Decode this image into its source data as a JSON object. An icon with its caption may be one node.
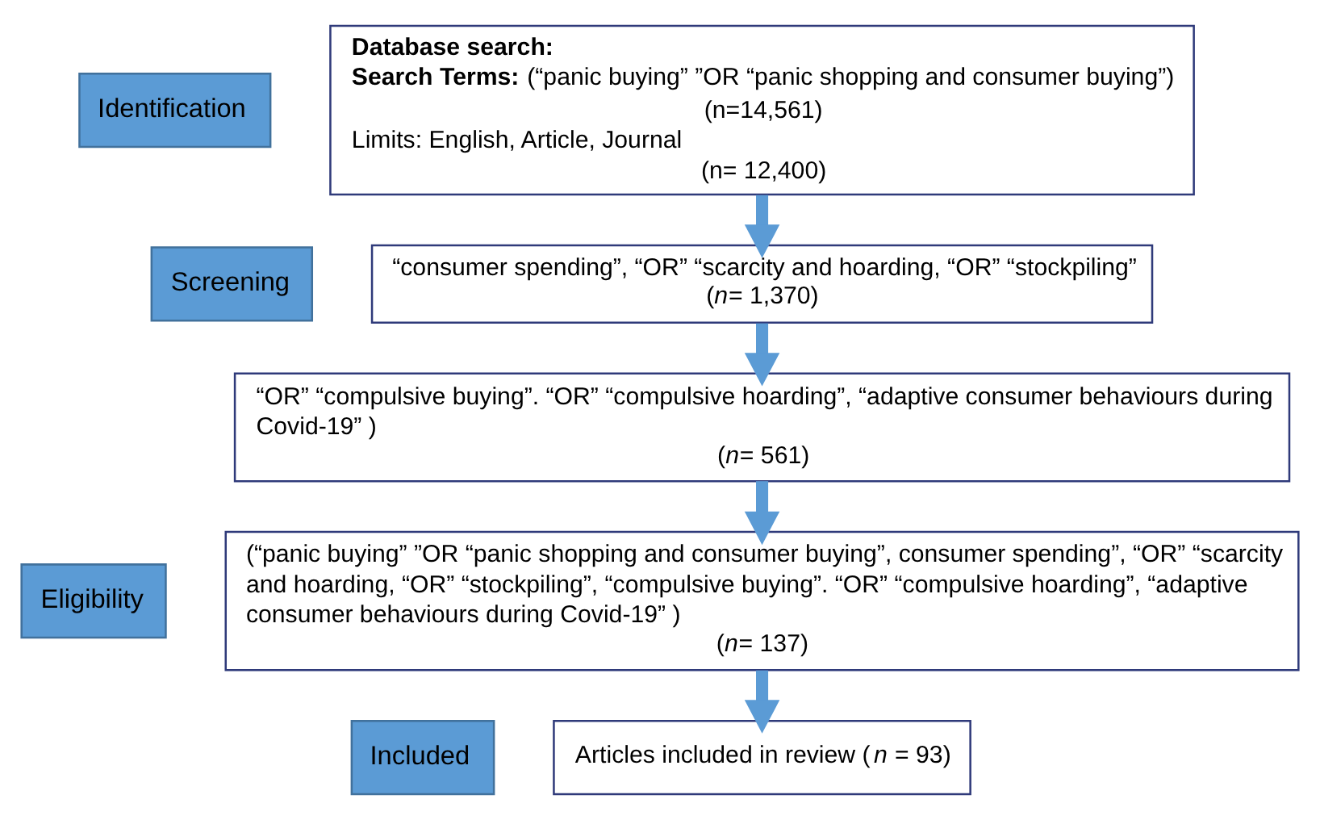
{
  "diagram": {
    "nodes": [
      {
        "text": [
          "Identification"
        ]
      },
      {
        "text": [
          "**Database search:**",
          "**Search Terms:** (“panic buying” ”OR “panic shopping and consumer buying”)",
          "(n=14,561)",
          "Limits: English, Article, Journal",
          "(n= 12,400)"
        ]
      },
      {
        "text": [
          "Screening"
        ]
      },
      {
        "text": [
          "“consumer spending”, “OR” “scarcity and hoarding, “OR” “stockpiling”",
          "(*n*= 1,370)"
        ]
      },
      {
        "text": [
          "“OR” “compulsive buying”. “OR” “compulsive hoarding”, “adaptive consumer behaviours during Covid-19” )",
          "(*n*= 561)"
        ]
      },
      {
        "text": [
          "Eligibility"
        ]
      },
      {
        "text": [
          "(“panic buying” ”OR “panic shopping and consumer buying”, consumer spending”, “OR” “scarcity and hoarding, “OR” “stockpiling”, “compulsive buying”. “OR” “compulsive hoarding”, “adaptive consumer behaviours during Covid-19” )",
          "(*n*= 137)"
        ]
      },
      {
        "text": [
          "Included"
        ]
      },
      {
        "text": [
          "Articles included in review (*n* = 93)"
        ]
      }
    ],
    "edges": [
      {
        "from": 1,
        "to": 3,
        "arrow": "to"
      },
      {
        "from": 3,
        "to": 4,
        "arrow": "to"
      },
      {
        "from": 4,
        "to": 6,
        "arrow": "to"
      },
      {
        "from": 6,
        "to": 8,
        "arrow": "to"
      }
    ]
  }
}
